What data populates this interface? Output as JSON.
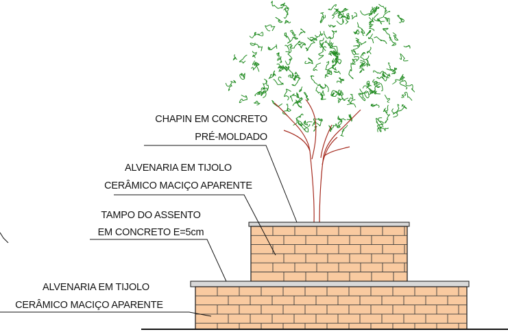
{
  "labels": {
    "chapin": {
      "line1": "CHAPIN EM CONCRETO",
      "line2": "PRÉ-MOLDADO"
    },
    "alvenaria_upper": {
      "line1": "ALVENARIA EM TIJOLO",
      "line2": "CERÂMICO MACIÇO APARENTE"
    },
    "tampo": {
      "line1": "TAMPO DO ASSENTO",
      "line2": "EM CONCRETO E=5cm"
    },
    "alvenaria_lower": {
      "line1": "ALVENARIA EM TIJOLO",
      "line2": "CERÂMICO MACIÇO APARENTE"
    }
  },
  "colors": {
    "brick_fill": "#f9caa0",
    "mortar": "#3a3a3a",
    "slab_fill": "#d9d9d9",
    "foliage": "#1f8a1f",
    "trunk": "#a52a1e",
    "line": "#111111"
  }
}
